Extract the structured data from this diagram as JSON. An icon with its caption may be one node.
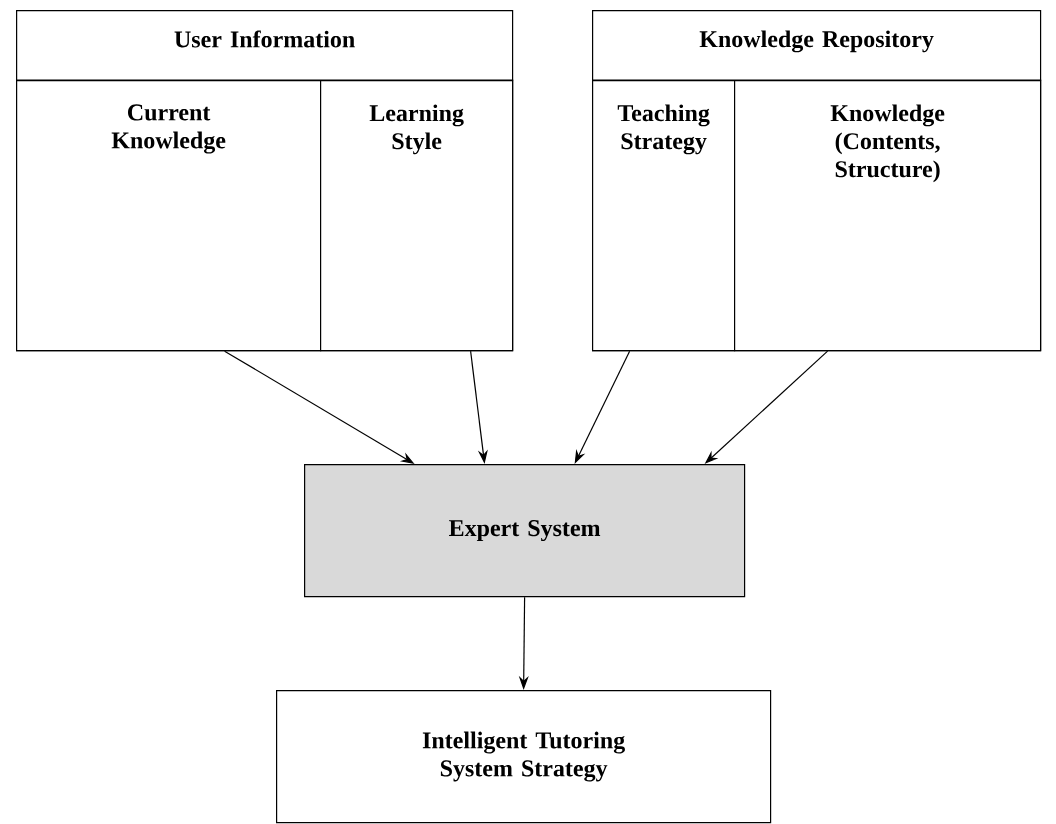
{
  "diagram": {
    "nodes": [
      {
        "text": [
          "User Information"
        ]
      },
      {
        "text": [
          "Current Knowledge"
        ],
        "in": 0
      },
      {
        "text": [
          "Learning Style"
        ],
        "in": 0
      },
      {
        "text": [
          "Knowledge Repository"
        ]
      },
      {
        "text": [
          "Teaching Strategy"
        ],
        "in": 3
      },
      {
        "text": [
          "Knowledge (Contents, Structure)"
        ],
        "in": 3
      },
      {
        "text": [
          "Expert System"
        ]
      },
      {
        "text": [
          "Intelligent Tutoring System Strategy"
        ]
      }
    ],
    "edges": [
      {
        "from": 1,
        "to": 6,
        "arrow": "to"
      },
      {
        "from": 2,
        "to": 6,
        "arrow": "to"
      },
      {
        "from": 4,
        "to": 6,
        "arrow": "to"
      },
      {
        "from": 5,
        "to": 6,
        "arrow": "to"
      },
      {
        "from": 6,
        "to": 7,
        "arrow": "to"
      }
    ]
  }
}
